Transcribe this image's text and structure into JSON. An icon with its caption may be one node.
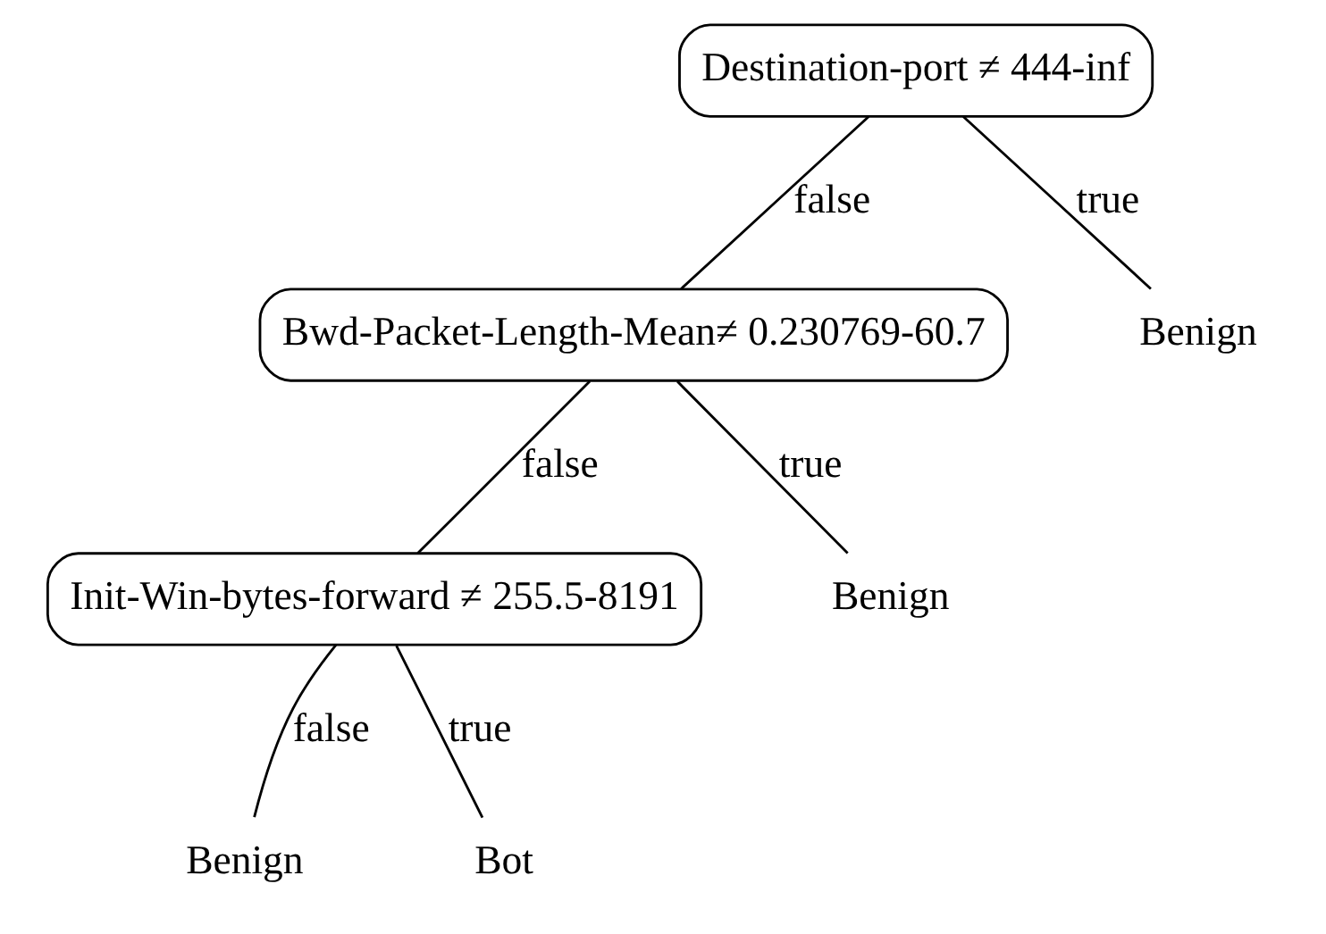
{
  "diagram": {
    "nodes": [
      {
        "text": [
          "Destination-port ≠ 444-inf"
        ]
      },
      {
        "text": [
          "Bwd-Packet-Length-Mean≠ 0.230769-60.7"
        ]
      },
      {
        "text": [
          "Benign"
        ]
      },
      {
        "text": [
          "Init-Win-bytes-forward ≠ 255.5-8191"
        ]
      },
      {
        "text": [
          "Benign"
        ]
      },
      {
        "text": [
          "Benign"
        ]
      },
      {
        "text": [
          "Bot"
        ]
      }
    ],
    "edges": [
      {
        "from": 0,
        "to": 1,
        "arrow": "none",
        "label": "false"
      },
      {
        "from": 0,
        "to": 2,
        "arrow": "none",
        "label": "true"
      },
      {
        "from": 1,
        "to": 3,
        "arrow": "none",
        "label": "false"
      },
      {
        "from": 1,
        "to": 4,
        "arrow": "none",
        "label": "true"
      },
      {
        "from": 3,
        "to": 5,
        "arrow": "none",
        "label": "false"
      },
      {
        "from": 3,
        "to": 6,
        "arrow": "none",
        "label": "true"
      }
    ]
  }
}
